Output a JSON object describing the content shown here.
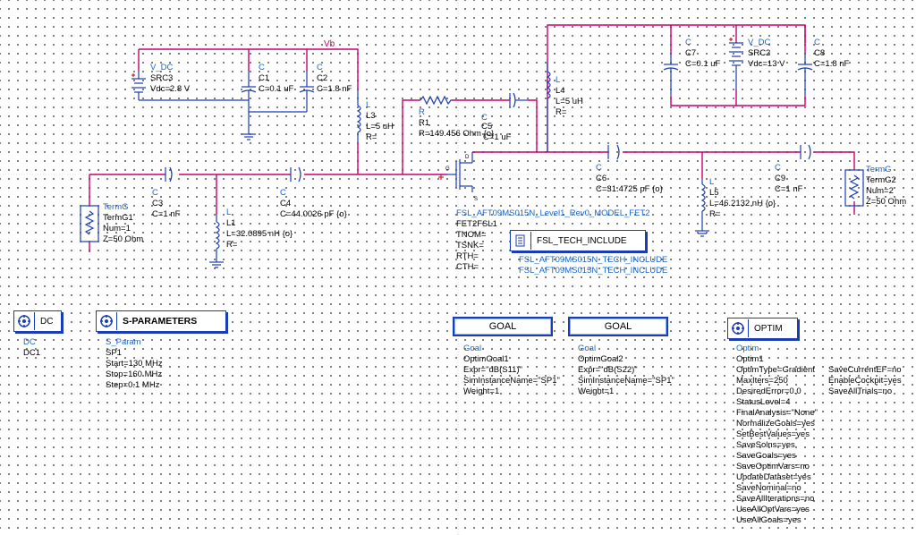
{
  "schematic": {
    "net_label_vb": "Vb",
    "src3": {
      "type": "V_DC",
      "name": "SRC3",
      "param": "Vdc=2.8 V"
    },
    "c1": {
      "type": "C",
      "name": "C1",
      "param": "C=0.1 uF"
    },
    "c2": {
      "type": "C",
      "name": "C2",
      "param": "C=1.8 nF"
    },
    "l3": {
      "type": "L",
      "name": "L3",
      "param1": "L=5 uH",
      "param2": "R="
    },
    "r1": {
      "type": "R",
      "name": "R1",
      "param": "R=149.456 Ohm {o}"
    },
    "c5": {
      "type": "C",
      "name": "C5",
      "param": "C=1 uF"
    },
    "l4": {
      "type": "L",
      "name": "L4",
      "param1": "L=5 uH",
      "param2": "R="
    },
    "c7": {
      "type": "C",
      "name": "C7",
      "param": "C=0.1 uF"
    },
    "src2": {
      "type": "V_DC",
      "name": "SRC2",
      "param": "Vdc=13 V"
    },
    "c8": {
      "type": "C",
      "name": "C8",
      "param": "C=1.8 nF"
    },
    "term1": {
      "type": "TermG",
      "name": "TermG1",
      "param1": "Num=1",
      "param2": "Z=50 Ohm"
    },
    "c3": {
      "type": "C",
      "name": "C3",
      "param": "C=1 nF"
    },
    "l1": {
      "type": "L",
      "name": "L1",
      "param1": "L=32.0895 nH {o}",
      "param2": "R="
    },
    "c4": {
      "type": "C",
      "name": "C4",
      "param": "C=44.0026 pF {o}"
    },
    "fet": {
      "model": "FSL_AFT09MS015N_Level1_Rev0_MODEL_FET2",
      "name": "FET2FSL1",
      "p1": "TNOM=",
      "p2": "TSNK=",
      "p3": "RTH=",
      "p4": "CTH="
    },
    "c6": {
      "type": "C",
      "name": "C6",
      "param": "C=31.4725 pF {o}"
    },
    "l5": {
      "type": "L",
      "name": "L5",
      "param1": "L=46.2132 nH {o}",
      "param2": "R="
    },
    "c9": {
      "type": "C",
      "name": "C9",
      "param": "C=1 nF"
    },
    "term2": {
      "type": "TermG",
      "name": "TermG2",
      "param1": "Num=2",
      "param2": "Z=50 Ohm"
    },
    "pin_labels": {
      "d": "D",
      "g": "G",
      "s": "S"
    }
  },
  "tech_include": {
    "label": "FSL_TECH_INCLUDE",
    "line1": "FSL_AFT09MS015N_TECH_INCLUDE",
    "line2": "FSL_AFT09MS015N_TECH_INCLUDE"
  },
  "dc_ctrl": {
    "label": "DC",
    "type": "DC",
    "name": "DC1"
  },
  "sp_ctrl": {
    "label": "S-PARAMETERS",
    "type": "S_Param",
    "name": "SP1",
    "start": "Start=130 MHz",
    "stop": "Stop=160 MHz",
    "step": "Step=0.1 MHz"
  },
  "goal1": {
    "label": "GOAL",
    "type": "Goal",
    "name": "OptimGoal1",
    "expr": "Expr=\"dB(S11)\"",
    "sim": "SimInstanceName=\"SP1\"",
    "weight": "Weight=1"
  },
  "goal2": {
    "label": "GOAL",
    "type": "Goal",
    "name": "OptimGoal2",
    "expr": "Expr=\"dB(S22)\"",
    "sim": "SimInstanceName=\"SP1\"",
    "weight": "Weight=1"
  },
  "optim": {
    "label": "OPTIM",
    "type": "Optim",
    "name": "Optim1",
    "col1": [
      "OptimType=Gradient",
      "MaxIters=250",
      "DesiredError=0.0",
      "StatusLevel=4",
      "FinalAnalysis=\"None\"",
      "NormalizeGoals=yes",
      "SetBestValues=yes",
      "SaveSolns=yes",
      "SaveGoals=yes",
      "SaveOptimVars=no",
      "UpdateDataset=yes",
      "SaveNominal=no",
      "SaveAllIterations=no",
      "UseAllOptVars=yes",
      "UseAllGoals=yes"
    ],
    "col2": [
      "SaveCurrentEF=no",
      "EnableCockpit=yes",
      "SaveAllTrials=no"
    ]
  },
  "colors": {
    "wire": "#c8006e",
    "component": "#1a3cb4",
    "label_blue": "#1a64c8",
    "dot": "#5a5a5a"
  }
}
